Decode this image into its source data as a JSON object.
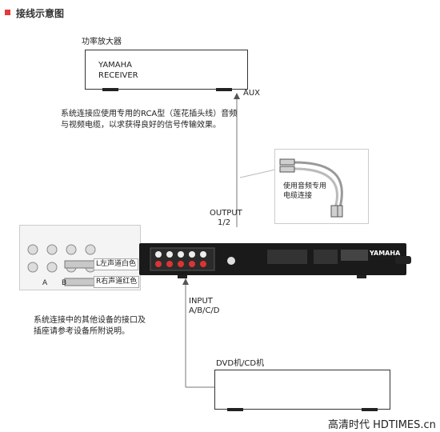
{
  "header": {
    "title": "接线示意图",
    "accent": "#e5393a"
  },
  "amplifier": {
    "label": "功率放大器",
    "brand": "YAMAHA",
    "model": "RECEIVER"
  },
  "labels": {
    "aux": "AUX",
    "output_line1": "OUTPUT",
    "output_line2": "1/2",
    "input_line1": "INPUT",
    "input_line2": "A/B/C/D",
    "dvd": "DVD机/CD机",
    "left_channel": "L左声道白色",
    "right_channel": "R右声道红色"
  },
  "notes": {
    "rca_line1": "系统连接应使用专用的RCA型（莲花插头线）音频",
    "rca_line2": "与视频电缆，以求获得良好的信号传输效果。",
    "cable_line1": "使用音频专用",
    "cable_line2": "电缆连接",
    "other_line1": "系统连接中的其他设备的接口及",
    "other_line2": "插座请参考设备所附说明。"
  },
  "inset": {
    "jack_labels": [
      "A",
      "B"
    ]
  },
  "rear_panel": {
    "brand": "YAMAHA"
  },
  "watermark": "高清时代 HDTIMES.cn"
}
